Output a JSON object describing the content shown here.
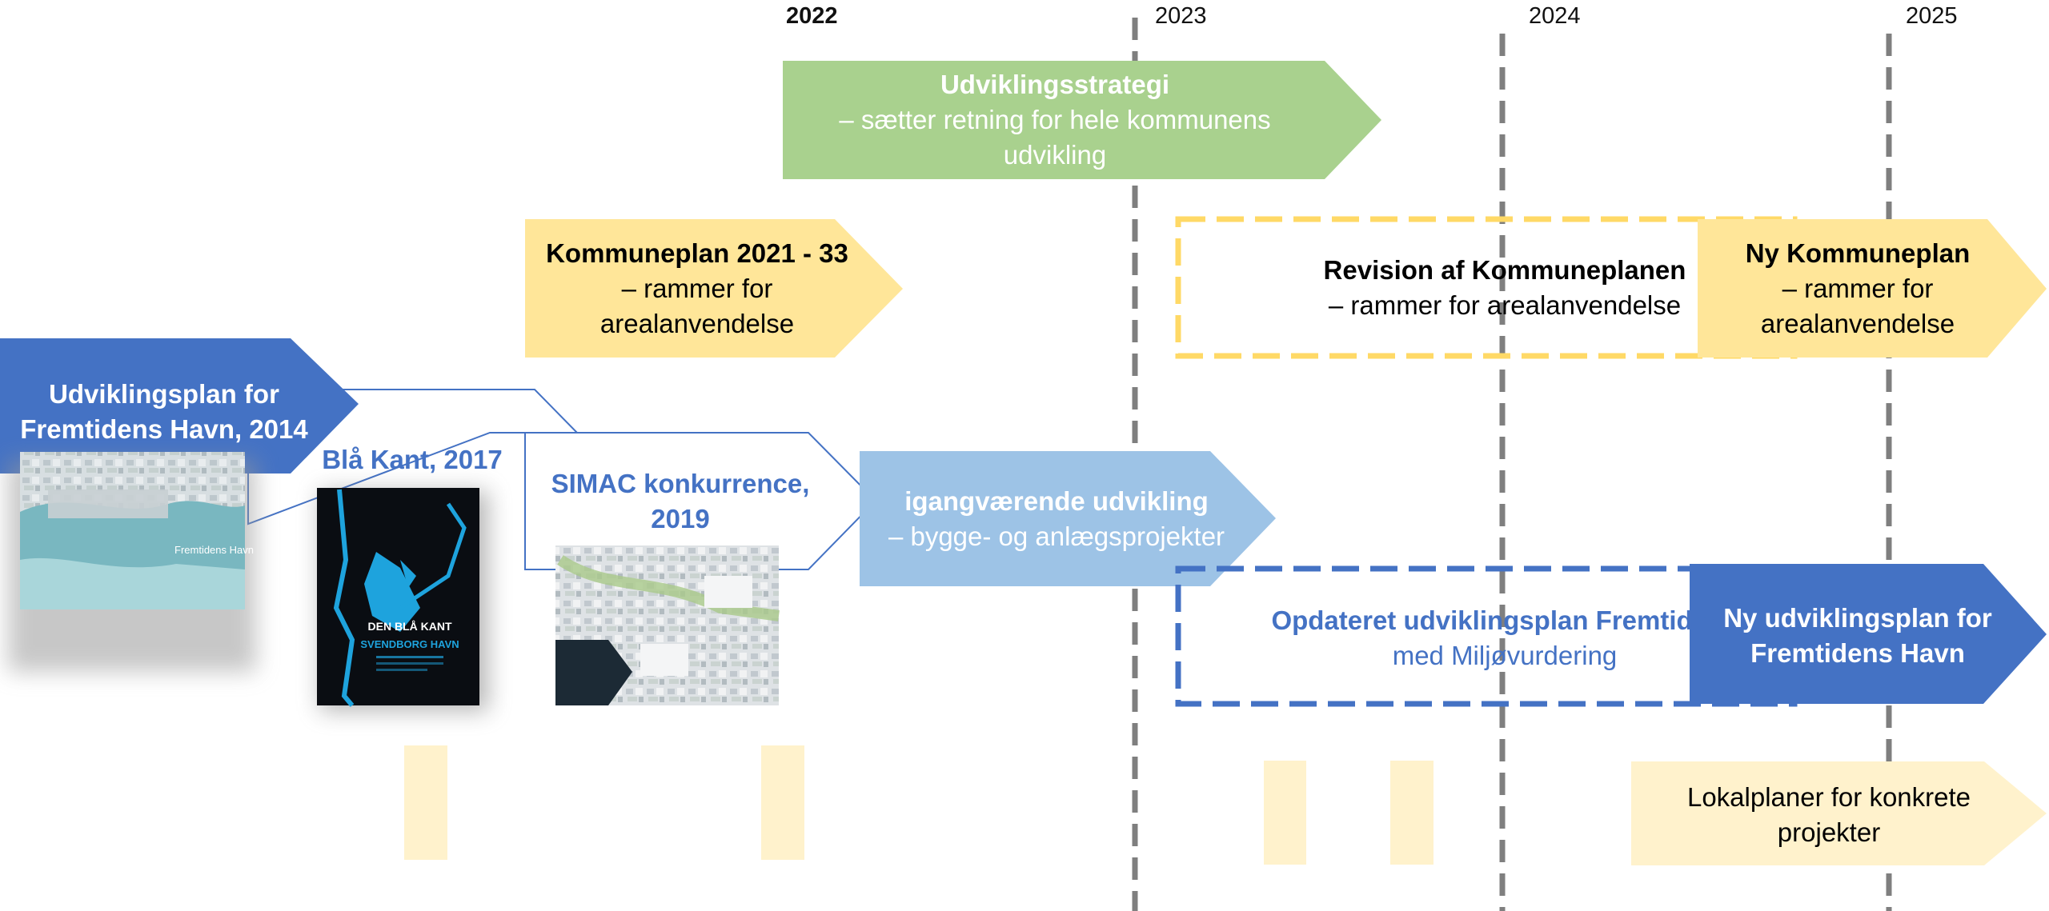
{
  "years": [
    "2022",
    "2023",
    "2024",
    "2025"
  ],
  "colors": {
    "green": "#a9d18e",
    "yellow": "#ffe699",
    "pale_yellow": "#fff2cc",
    "blue": "#4472c4",
    "light_blue": "#9dc3e6",
    "dashed_yellow": "#ffd966",
    "grid": "#7f7f7f"
  },
  "boxes": {
    "strategy": {
      "title": "Udviklingsstrategi",
      "line1": "– sætter retning for hele kommunens",
      "line2": "udvikling"
    },
    "kommuneplan": {
      "title": "Kommuneplan 2021 - 33",
      "line1": "– rammer for",
      "line2": "arealanvendelse"
    },
    "revision": {
      "title": "Revision af Kommuneplanen",
      "line1": "– rammer for arealanvendelse"
    },
    "ny_kommuneplan": {
      "title": "Ny Kommuneplan",
      "line1": "– rammer for",
      "line2": "arealanvendelse"
    },
    "udviklingsplan_2014": {
      "line1": "Udviklingsplan for",
      "line2": "Fremtidens Havn, 2014"
    },
    "blaa_kant": {
      "title": "Blå Kant, 2017"
    },
    "simac": {
      "line1": "SIMAC konkurrence,",
      "line2": "2019"
    },
    "igangvaerende": {
      "title": "igangværende udvikling",
      "line1": "– bygge- og anlægsprojekter"
    },
    "opdateret": {
      "title": "Opdateret udviklingsplan Fremtidens",
      "line1": "med Miljøvurdering"
    },
    "ny_udviklingsplan": {
      "line1": "Ny udviklingsplan for",
      "line2": "Fremtidens Havn"
    },
    "lokalplaner": {
      "line1": "Lokalplaner for konkrete",
      "line2": "projekter"
    }
  },
  "covers": {
    "harbour_2014": {
      "caption": "Fremtidens Havn"
    },
    "blaa_kant_cover": {
      "title": "DEN BLÅ KANT",
      "subtitle": "SVENDBORG HAVN"
    }
  }
}
